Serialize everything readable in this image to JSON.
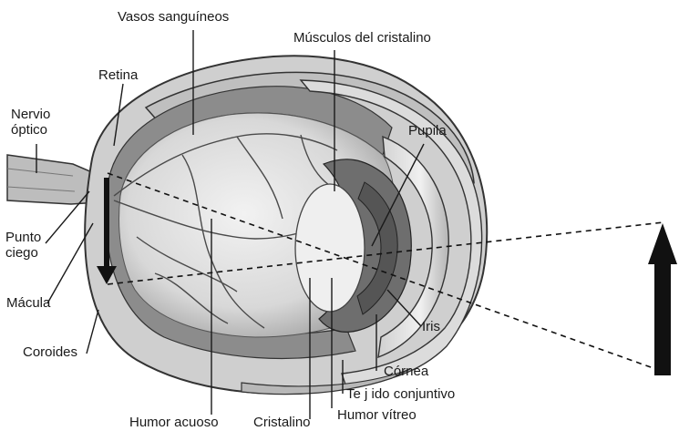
{
  "labels": {
    "vasos_sanguineos": "Vasos sanguíneos",
    "musculos_cristalino": "Músculos del cristalino",
    "retina": "Retina",
    "nervio_optico": "Nervio\nóptico",
    "pupila": "Pupila",
    "punto_ciego": "Punto\nciego",
    "macula": "Mácula",
    "iris": "Iris",
    "coroides": "Coroides",
    "cornea": "Córnea",
    "tejido_conjuntivo": "Te j ido conjuntivo",
    "humor_acuoso": "Humor acuoso",
    "cristalino": "Cristalino",
    "humor_vitreo": "Humor vítreo"
  },
  "colors": {
    "ink": "#1a1a1a",
    "sclera": "#d9d9d9",
    "sclera_dark": "#9a9a9a",
    "vitreous": "#e6e6e6",
    "lens": "#efefef",
    "arrow": "#111111"
  }
}
